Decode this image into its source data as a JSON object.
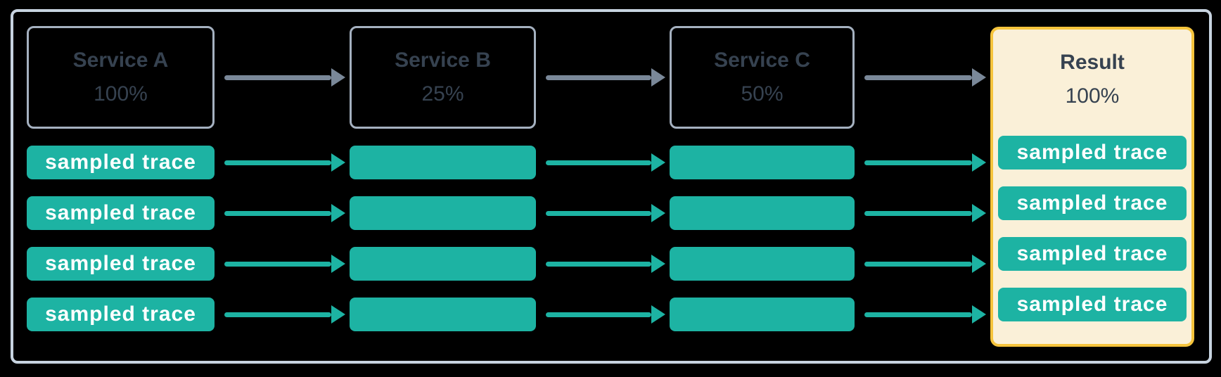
{
  "diagram": {
    "title_hint": "trace sampling pipeline",
    "service_columns": [
      {
        "name": "Service A",
        "sample_rate": "100%",
        "traces": [
          "sampled trace",
          "sampled trace",
          "sampled trace",
          "sampled trace"
        ]
      },
      {
        "name": "Service B",
        "sample_rate": "25%",
        "traces": [
          "",
          "",
          "",
          ""
        ]
      },
      {
        "name": "Service C",
        "sample_rate": "50%",
        "traces": [
          "",
          "",
          "",
          ""
        ]
      }
    ],
    "result_panel": {
      "name": "Result",
      "sample_rate": "100%",
      "traces": [
        "sampled trace",
        "sampled trace",
        "sampled trace",
        "sampled trace"
      ]
    },
    "colors": {
      "background": "#000000",
      "frame_border": "#c7d3e0",
      "service_box_border": "#a5b1c0",
      "service_text": "#364250",
      "flow_arrow": "#7a8899",
      "trace_fill": "#1db3a3",
      "trace_text": "#ffffff",
      "result_fill": "#faf0d8",
      "result_border": "#f5c43c"
    }
  }
}
